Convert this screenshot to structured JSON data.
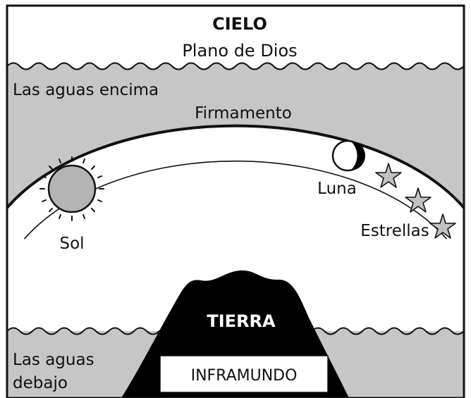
{
  "diagram": {
    "heaven": {
      "title": "CIELO",
      "subtitle": "Plano de Dios"
    },
    "waters_above": "Las aguas encima",
    "firmament": "Firmamento",
    "sun": "Sol",
    "moon": "Luna",
    "stars": "Estrellas",
    "earth": "TIERRA",
    "underworld": "INFRAMUNDO",
    "waters_below": {
      "line1": "Las aguas",
      "line2": "debajo"
    },
    "colors": {
      "water": "#c6c6c6",
      "sky": "#ffffff",
      "earth": "#000000",
      "outline": "#111111",
      "sun_fill": "#b4b4b4",
      "star_fill": "#c2c2c2"
    }
  }
}
